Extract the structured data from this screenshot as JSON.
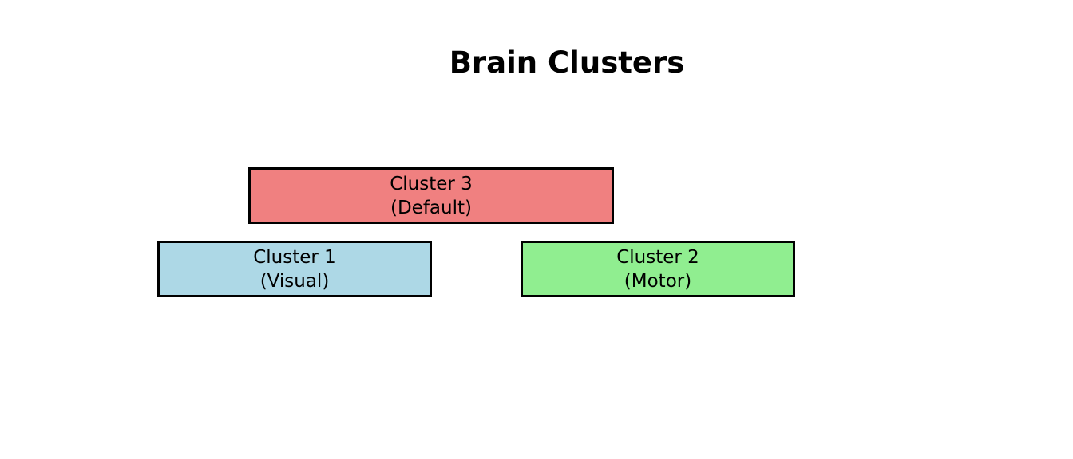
{
  "title": "Brain Clusters",
  "clusters": {
    "cluster3": {
      "name": "Cluster 3",
      "network": "(Default)",
      "color": "#f08080"
    },
    "cluster1": {
      "name": "Cluster 1",
      "network": "(Visual)",
      "color": "#add8e6"
    },
    "cluster2": {
      "name": "Cluster 2",
      "network": "(Motor)",
      "color": "#90ee90"
    }
  }
}
